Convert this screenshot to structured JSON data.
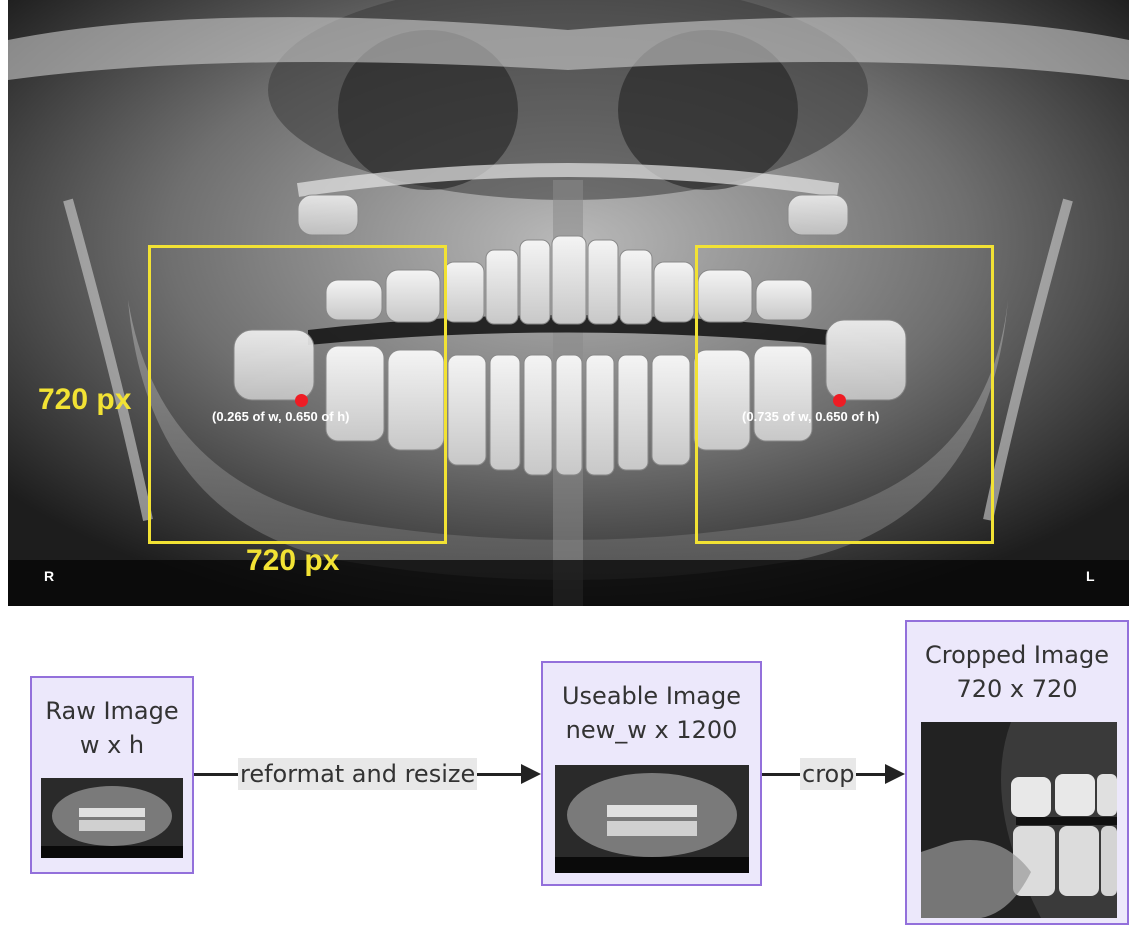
{
  "xray": {
    "side_right": "R",
    "side_left": "L",
    "dim_height": "720 px",
    "dim_width": "720 px",
    "coord_left": "(0.265 of w, 0.650 of h)",
    "coord_right": "(0.735 of w, 0.650 of h)",
    "box_color": "#f2e234",
    "point_color": "#ee1c24"
  },
  "pipeline": {
    "nodes": [
      {
        "line1": "Raw Image",
        "line2": "w x h"
      },
      {
        "line1": "Useable Image",
        "line2": "new_w x 1200"
      },
      {
        "line1": "Cropped Image",
        "line2": "720 x 720"
      }
    ],
    "edges": [
      {
        "label": "reformat and resize"
      },
      {
        "label": "crop"
      }
    ],
    "node_fill": "#ece8fb",
    "node_border": "#9370db"
  }
}
